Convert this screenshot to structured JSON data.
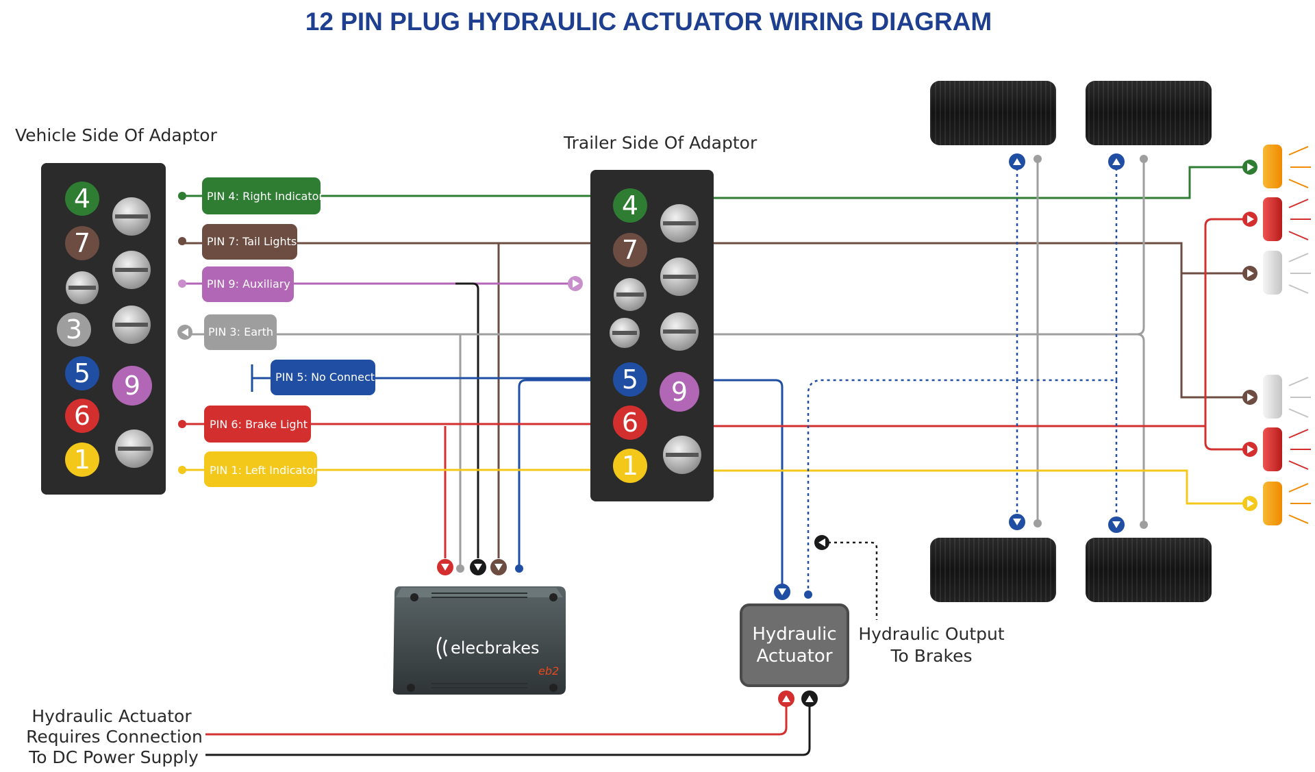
{
  "title": "12 PIN PLUG HYDRAULIC ACTUATOR WIRING DIAGRAM",
  "vehicle_side_label": "Vehicle Side Of Adaptor",
  "trailer_side_label": "Trailer Side Of Adaptor",
  "pins": [
    {
      "label": "PIN 4: Right Indicator",
      "color": "#2e7d32"
    },
    {
      "label": "PIN 7: Tail Lights",
      "color": "#6d4c41"
    },
    {
      "label": "PIN 9: Auxiliary",
      "color": "#b266b6"
    },
    {
      "label": "PIN 3: Earth",
      "color": "#9e9e9e"
    },
    {
      "label": "PIN 5: No Connect",
      "color": "#1f4ea3"
    },
    {
      "label": "PIN 6: Brake Light",
      "color": "#d32f2f"
    },
    {
      "label": "PIN 1: Left Indicator",
      "color": "#f4c81b"
    }
  ],
  "pin_numbers": {
    "p4": "4",
    "p7": "7",
    "p3": "3",
    "p5": "5",
    "p9": "9",
    "p6": "6",
    "p1": "1"
  },
  "controller": {
    "brand": "elecbrakes",
    "model": "eb2",
    "icon": "brake-controller-icon"
  },
  "actuator": {
    "line1": "Hydraulic",
    "line2": "Actuator"
  },
  "hydraulic_output": {
    "line1": "Hydraulic Output",
    "line2": "To Brakes"
  },
  "power_note": {
    "line1": "Hydraulic Actuator",
    "line2": "Requires Connection",
    "line3": "To DC Power Supply"
  },
  "colors": {
    "green": "#2e7d32",
    "brown": "#6d4c41",
    "purple": "#b266b6",
    "grey": "#9e9e9e",
    "blue": "#1f4ea3",
    "red": "#d32f2f",
    "yellow": "#f4c81b",
    "black": "#1a1a1a",
    "title": "#1e3f8f"
  }
}
